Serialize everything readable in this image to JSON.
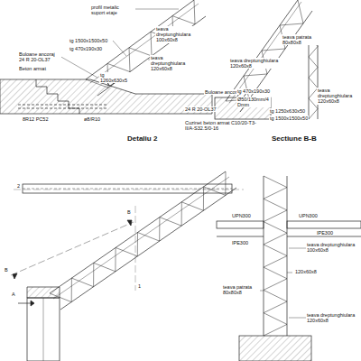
{
  "diagram": {
    "labels": [
      "profil metalic suport etaje",
      "tg 1500x1500x50",
      "tg 470x190x30",
      "Buloane ancoraj 24 R 20-OL37",
      "Beton armat",
      "tg 1260x630x5",
      "teava dreptunghiulara 100x60x8",
      "teava dreptunghiulara 120x60x8",
      "8R12 PC52",
      "ø8/R10",
      "Detaliu 2",
      "teava patrata 80x80x8",
      "teava dreptunghiulara 120x60x8",
      "Buloane ancoraj",
      "tg 470x190x30",
      "Ø50/130mm/4 Dmm",
      "24 R 20-OL37",
      "tg 1250x630x50",
      "tg 1500x1500x50",
      "teava dreptunghiulara 120x60x8",
      "Cuzinet beton armat C10/20-T3-II/A-S32.5/0-16",
      "Sectiune B-B",
      "2",
      "B",
      "B",
      "A",
      "1",
      "UPN300",
      "UPN300",
      "IPE300",
      "IPE300",
      "teava dreptunghiulara 100x60x8",
      "120x60x8",
      "teava patrata 80x80x8",
      "teava dreptunghiulara 120x60x8"
    ]
  }
}
